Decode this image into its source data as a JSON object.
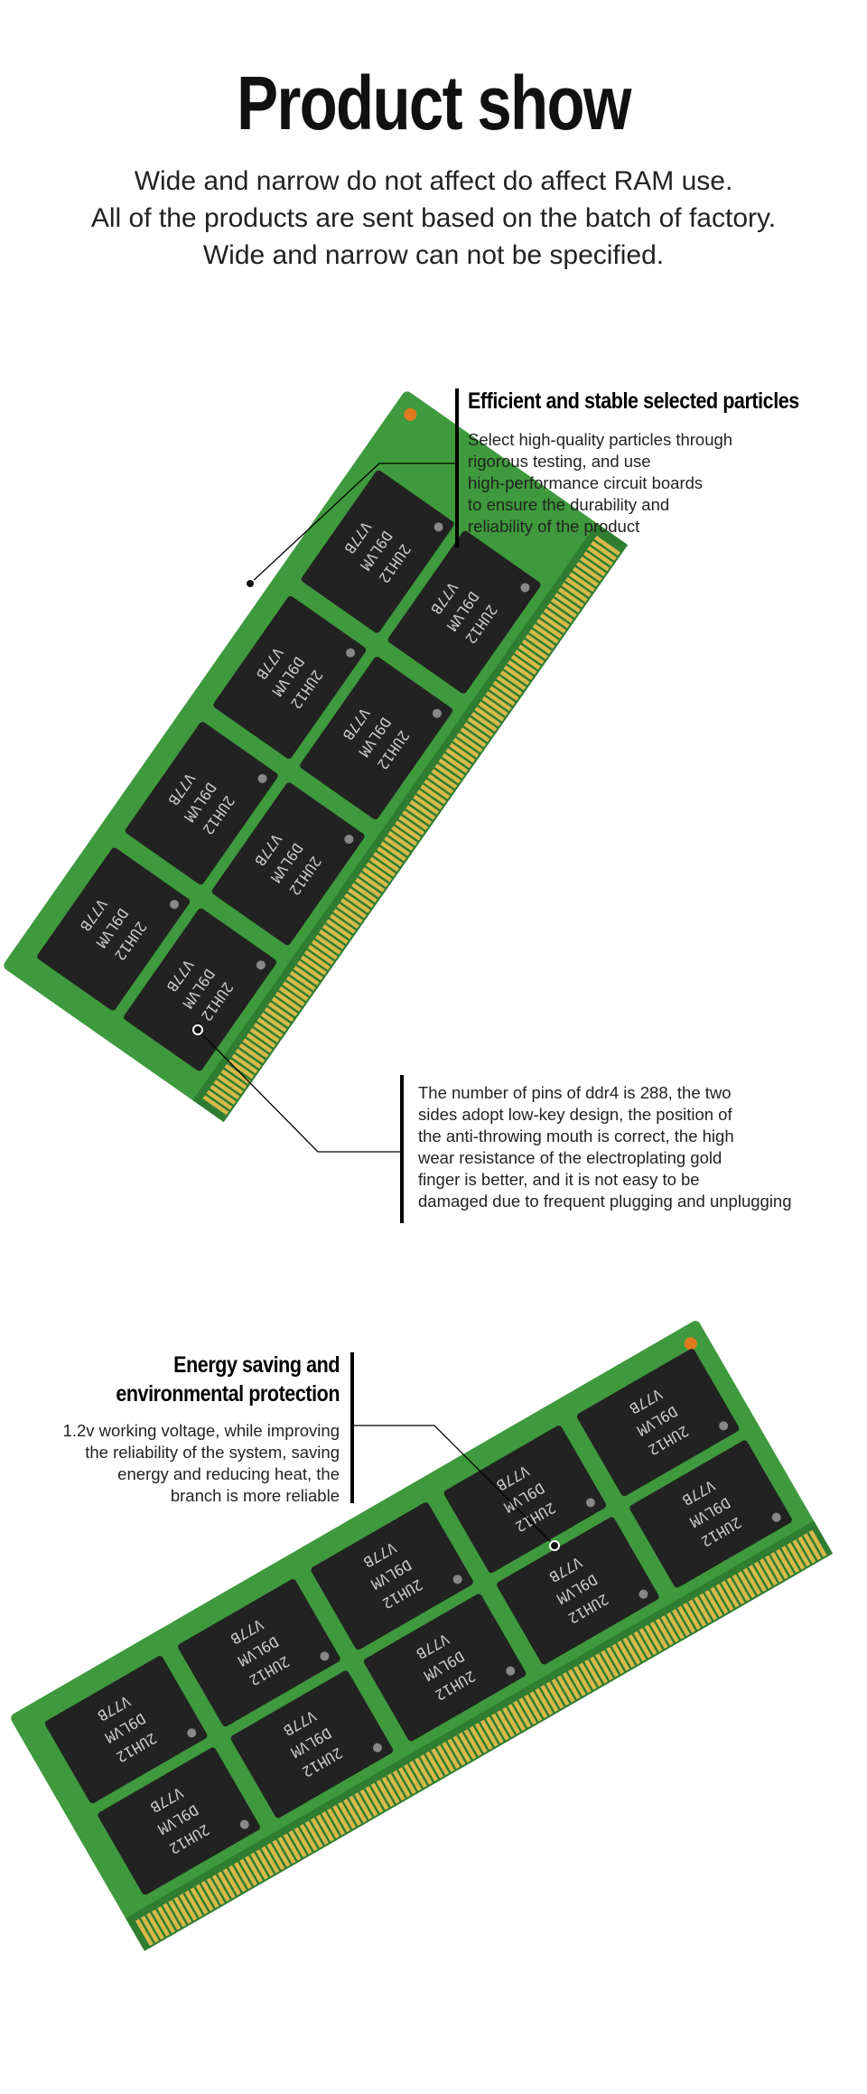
{
  "header": {
    "title": "Product show",
    "lines": [
      "Wide and narrow do not affect do affect RAM use.",
      "All of the products are sent based on the batch of factory.",
      "Wide and narrow can not be specified."
    ]
  },
  "callout1": {
    "heading": "Efficient and stable selected particles",
    "lines": [
      "Select high-quality particles through",
      "rigorous testing, and use",
      "high-performance circuit boards",
      "to ensure the durability and",
      "reliability of the product"
    ]
  },
  "callout2": {
    "lines": [
      "The number of pins of ddr4 is 288, the two",
      "sides adopt low-key design, the position of",
      "the anti-throwing mouth is correct, the high",
      "wear resistance of the electroplating gold",
      "finger is better, and it is not easy to be",
      "damaged due to frequent plugging and unplugging"
    ]
  },
  "callout3": {
    "heading_lines": [
      "Energy saving and",
      "environmental protection"
    ],
    "lines": [
      "1.2v working voltage, while improving",
      "the reliability of the system, saving",
      "energy and reducing heat, the",
      "branch is more reliable"
    ]
  },
  "chip_label": [
    "2UH12",
    "D9LVM",
    "V77B"
  ],
  "colors": {
    "pcb": "#3e9a3c",
    "chip": "#222222",
    "gold": "#d9b84a"
  }
}
